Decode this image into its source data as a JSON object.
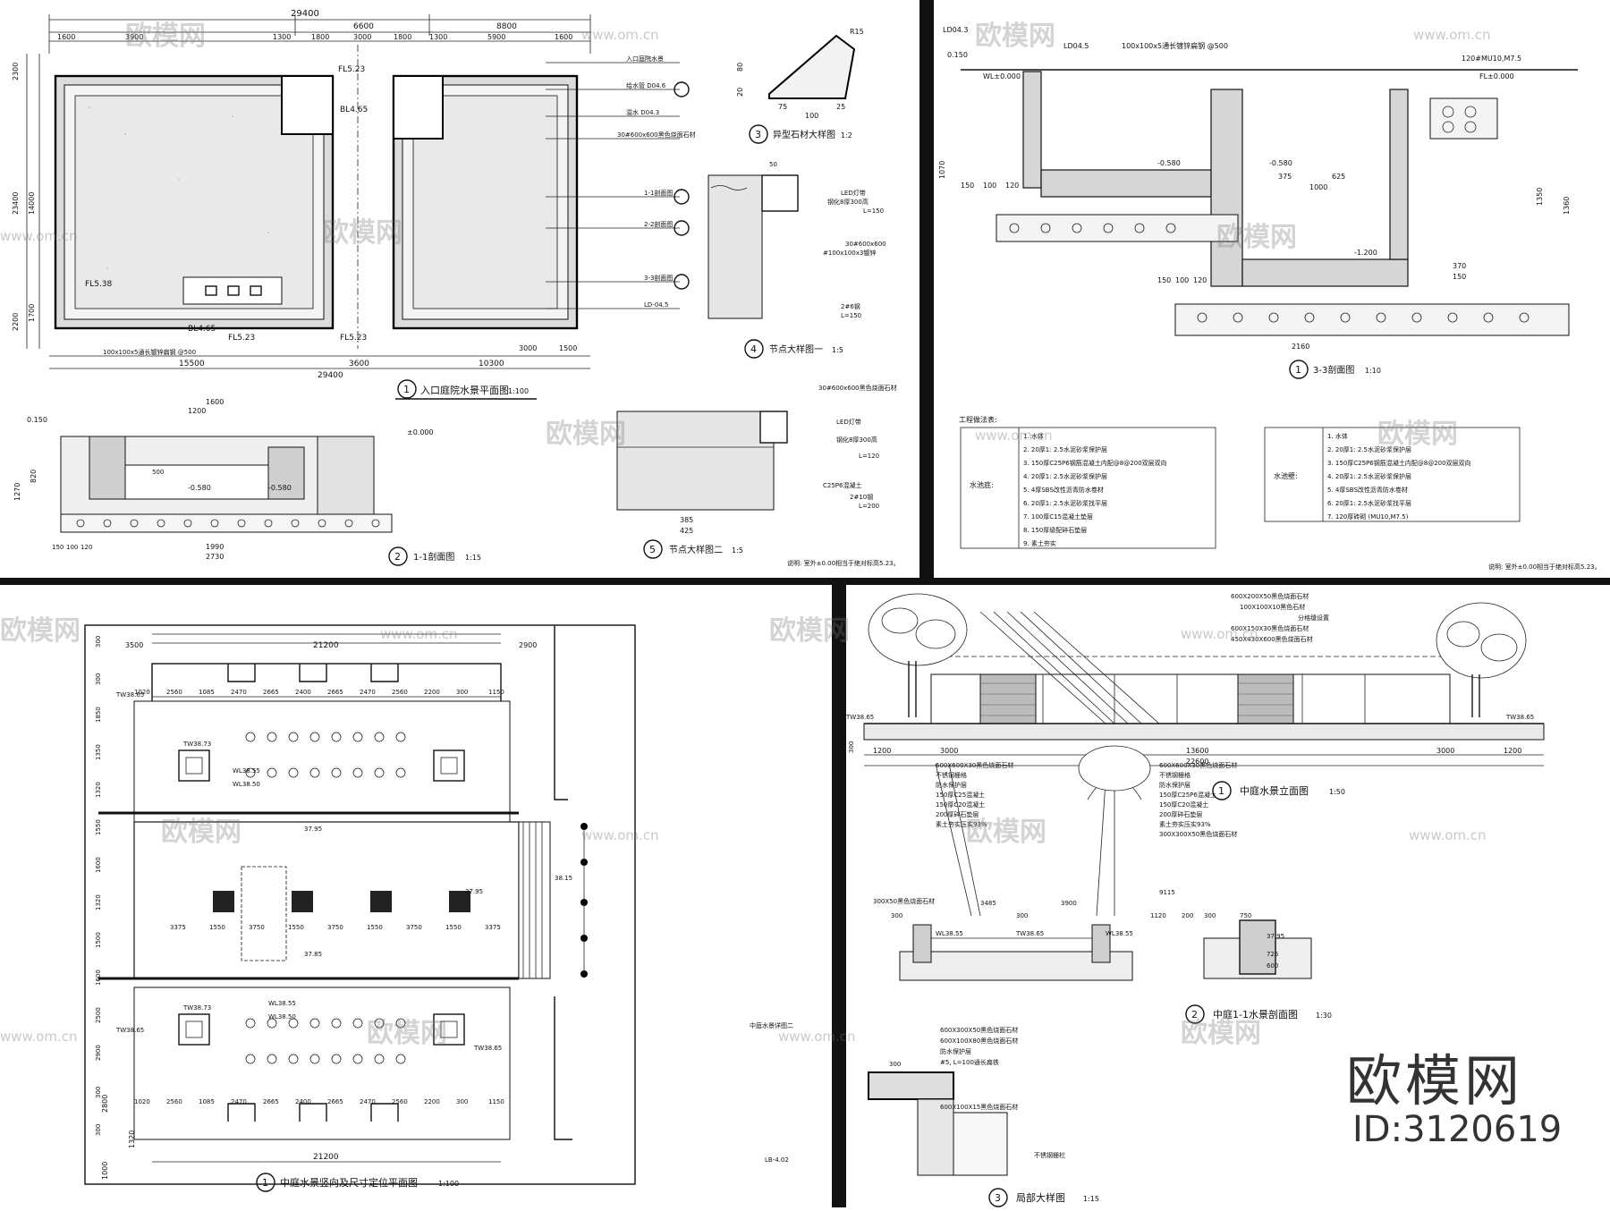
{
  "brand": {
    "name": "欧模网",
    "id": "ID:3120619",
    "watermark": "欧模网",
    "url": "www.om.cn"
  },
  "sheet1": {
    "plan_title": "入口庭院水景平面图",
    "plan_scale": "1:100",
    "plan_num": "1",
    "sec11_title": "1-1剖面图",
    "sec11_scale": "1:15",
    "sec11_num": "2",
    "stone_title": "异型石材大样图",
    "stone_scale": "1:2",
    "stone_num": "3",
    "node1_title": "节点大样图一",
    "node1_scale": "1:5",
    "node1_num": "4",
    "node2_title": "节点大样图二",
    "node2_scale": "1:5",
    "node2_num": "5",
    "dims_top": [
      "29400",
      "6600",
      "8800",
      "1600",
      "3900",
      "1300",
      "1800",
      "3000",
      "1800",
      "1300",
      "5900",
      "1600"
    ],
    "dims_bottom": [
      "15500",
      "3600",
      "10300",
      "29400"
    ],
    "dims_bottom_sub": [
      "3000",
      "1500",
      "100x100x5通长镀锌扁钢 @500"
    ],
    "dims_left": [
      "2300",
      "23400",
      "14000",
      "1700",
      "2200"
    ],
    "levels": [
      "FL5.23",
      "BL4.65",
      "FL5.38",
      "BL4.65",
      "FL5.23",
      "FL5.23"
    ],
    "labels_right": [
      "入口庭院水景",
      "给水管 D04.6",
      "溢水 D04.3",
      "30#600x600黑色烧面石材",
      "1-1剖面图",
      "2-2剖面图",
      "3-3剖面图",
      "LD-04.5"
    ],
    "sec11_dims": [
      "1600",
      "1200",
      "1990",
      "2730",
      "150",
      "100",
      "120",
      "500",
      "1270",
      "820"
    ],
    "sec11_levels": [
      "0.150",
      "±0.000",
      "-0.580",
      "-0.580"
    ],
    "node1_notes": [
      "LED灯带",
      "钢化8厚300高",
      "L=150",
      "30#600x600",
      "#100x100x3镀锌",
      "2#6钢",
      "L=150",
      "50"
    ],
    "node2_notes": [
      "30#600x600黑色烧面石材",
      "LED灯带",
      "钢化8厚300高",
      "L=120",
      "C25P6混凝土",
      "2#10钢",
      "L=200",
      "385",
      "425"
    ],
    "stone_dims": [
      "R15",
      "75",
      "25",
      "100",
      "80",
      "20"
    ],
    "footer_note": "说明: 室外±0.00相当于绝对标高5.23。"
  },
  "sheet2": {
    "title": "3-3剖面图",
    "scale": "1:10",
    "num": "1",
    "labels": [
      "100x100x5通长镀锌扁钢 @500",
      "120#MU10,M7.5",
      "FL±0.000",
      "WL±0.000",
      "LD04.5",
      "LD04.3"
    ],
    "dims": [
      "0.150",
      "1070",
      "150",
      "100",
      "120",
      "-0.580",
      "-0.580",
      "375",
      "625",
      "1000",
      "-1.200",
      "370",
      "150",
      "1350",
      "2160",
      "150",
      "100",
      "120",
      "1360"
    ],
    "table_title": "工程做法表:",
    "table_left_label": "水池底:",
    "table_left": [
      "1. 水体",
      "2. 20厚1: 2.5水泥砂浆保护层",
      "3. 150厚C25P6钢筋混凝土内配@8@200双层双向",
      "4. 20厚1: 2.5水泥砂浆保护层",
      "5. 4厚SBS改性沥青防水卷材",
      "6. 20厚1: 2.5水泥砂浆找平层",
      "7. 100厚C15混凝土垫层",
      "8. 150厚级配碎石垫层",
      "9. 素土夯实"
    ],
    "table_right_label": "水池壁:",
    "table_right": [
      "1. 水体",
      "2. 20厚1: 2.5水泥砂浆保护层",
      "3. 150厚C25P6钢筋混凝土内配@8@200双层双向",
      "4. 20厚1: 2.5水泥砂浆保护层",
      "5. 4厚SBS改性沥青防水卷材",
      "6. 20厚1: 2.5水泥砂浆找平层",
      "7. 120厚砖砌 (MU10,M7.5)"
    ],
    "footer_note": "说明: 室外±0.00相当于绝对标高5.23。"
  },
  "sheet3": {
    "title": "中庭水景竖向及尺寸定位平面图",
    "scale": "1:100",
    "num": "1",
    "sheet_no": "LB-4.02",
    "sheet_name": "中庭水景详图二",
    "dims_top": [
      "21200",
      "2900",
      "3500"
    ],
    "dims_row": [
      "1020",
      "2560",
      "1085",
      "2470",
      "2665",
      "2400",
      "2665",
      "2470",
      "2560",
      "2200",
      "300",
      "1150"
    ],
    "dims_mid": [
      "3375",
      "1550",
      "3750",
      "1550",
      "3750",
      "1550",
      "3750",
      "1550",
      "3375"
    ],
    "dims_bottom": [
      "21200",
      "1000",
      "2800",
      "1320"
    ],
    "levels": [
      "TW38.65",
      "TW38.73",
      "WL38.55",
      "WL38.50",
      "37.95",
      "37.85",
      "38.15",
      "37.95",
      "TW38.65",
      "TW38.73",
      "WL38.55",
      "WL38.50",
      "TW38.65"
    ],
    "left_dims": [
      "300",
      "300",
      "1850",
      "1350",
      "1320",
      "1550",
      "1600",
      "1320",
      "1500",
      "1600",
      "2500",
      "2900",
      "300",
      "300"
    ]
  },
  "sheet4": {
    "elev_title": "中庭水景立面图",
    "elev_scale": "1:50",
    "elev_num": "1",
    "sec_title": "中庭1-1水景剖面图",
    "sec_scale": "1:30",
    "sec_num": "2",
    "detail_title": "局部大样图",
    "detail_scale": "1:15",
    "detail_num": "3",
    "elev_notes": [
      "600X200X50黑色烧面石材",
      "100X100X10黑色石材",
      "分格缝设置",
      "600X150X30黑色烧面石材",
      "450X430X600黑色烧面石材"
    ],
    "elev_dims": [
      "1200",
      "3000",
      "13600",
      "3000",
      "1200",
      "22600",
      "300",
      "TW38.65",
      "TW38.65"
    ],
    "sec_notes_left": [
      "600X600X30黑色烧面石材",
      "不锈钢栅格",
      "防水保护层",
      "150厚C25混凝土",
      "150厚C20混凝土",
      "200厚碎石垫层",
      "素土夯实压实93%"
    ],
    "sec_notes_right": [
      "600X600X30黑色烧面石材",
      "不锈钢栅格",
      "防水保护层",
      "150厚C25P6混凝土",
      "150厚C20混凝土",
      "200厚碎石垫层",
      "素土夯实压实93%",
      "300X300X50黑色烧面石材"
    ],
    "sec_dims": [
      "9115",
      "3485",
      "3900",
      "300",
      "300",
      "1120",
      "200",
      "300",
      "750",
      "TW38.65",
      "WL38.55",
      "WL38.55",
      "37.95",
      "725",
      "600"
    ],
    "detail_notes": [
      "600X300X50黑色烧面石材",
      "600X100X80黑色烧面石材",
      "防水保护层",
      "#5, L=100通长扁铁",
      "600X100X15黑色烧面石材",
      "300",
      "不锈钢栅栏"
    ],
    "label_300x50": "300X50黑色烧面石材"
  }
}
